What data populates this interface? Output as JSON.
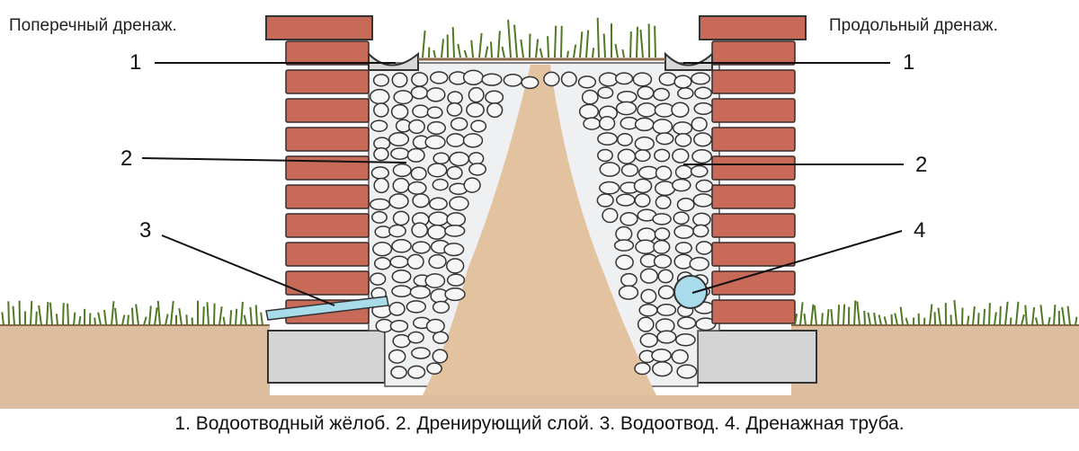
{
  "titles": {
    "left": "Поперечный дренаж.",
    "right": "Продольный дренаж."
  },
  "callouts": {
    "left_1": "1",
    "right_1": "1",
    "left_2": "2",
    "right_2": "2",
    "left_3": "3",
    "right_4": "4"
  },
  "caption": "1. Водоотводный жёлоб.  2. Дренирующий слой.  3. Водоотвод.  4. Дренажная труба.",
  "colors": {
    "brick": "#c46a5a",
    "mortar": "#e8d7c8",
    "soil": "#d9b89a",
    "gravel": "#eef0f2",
    "stone_outline": "#333333",
    "concrete": "#cfcfcf",
    "grass": "#5a7a2a",
    "pipe": "#a9dcea"
  }
}
